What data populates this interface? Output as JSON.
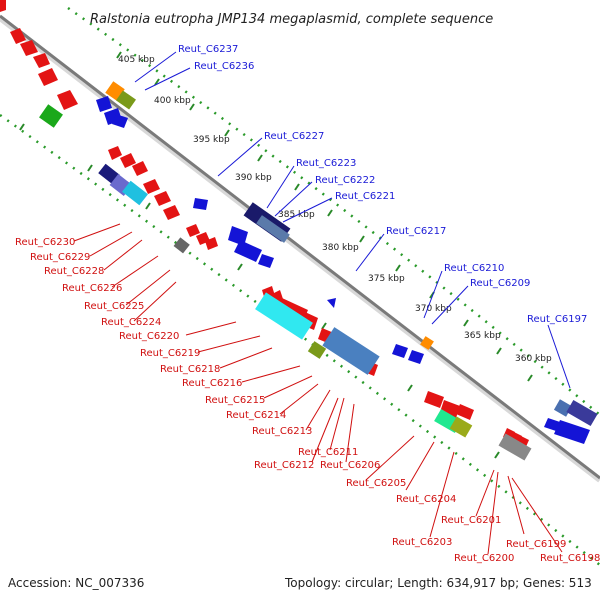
{
  "title": "Ralstonia eutropha JMP134 megaplasmid, complete sequence",
  "footer": {
    "accession": "Accession: NC_007336",
    "summary": "Topology: circular; Length: 634,917 bp; Genes: 513"
  },
  "scale_ticks": [
    "405 kbp",
    "400 kbp",
    "395 kbp",
    "390 kbp",
    "385 kbp",
    "380 kbp",
    "375 kbp",
    "370 kbp",
    "365 kbp",
    "360 kbp"
  ],
  "top_strand_labels": [
    "Reut_C6237",
    "Reut_C6236",
    "Reut_C6227",
    "Reut_C6223",
    "Reut_C6222",
    "Reut_C6221",
    "Reut_C6217",
    "Reut_C6210",
    "Reut_C6209",
    "Reut_C6197"
  ],
  "bottom_strand_labels": [
    "Reut_C6230",
    "Reut_C6229",
    "Reut_C6228",
    "Reut_C6226",
    "Reut_C6225",
    "Reut_C6224",
    "Reut_C6220",
    "Reut_C6219",
    "Reut_C6218",
    "Reut_C6216",
    "Reut_C6215",
    "Reut_C6214",
    "Reut_C6213",
    "Reut_C6212",
    "Reut_C6211",
    "Reut_C6206",
    "Reut_C6205",
    "Reut_C6204",
    "Reut_C6203",
    "Reut_C6201",
    "Reut_C6200",
    "Reut_C6199",
    "Reut_C6198"
  ],
  "colors": {
    "top_label": "#1a1ad6",
    "bottom_label": "#d01010",
    "backbone": "#8a8a8a",
    "dots": "#2a9a2a"
  }
}
